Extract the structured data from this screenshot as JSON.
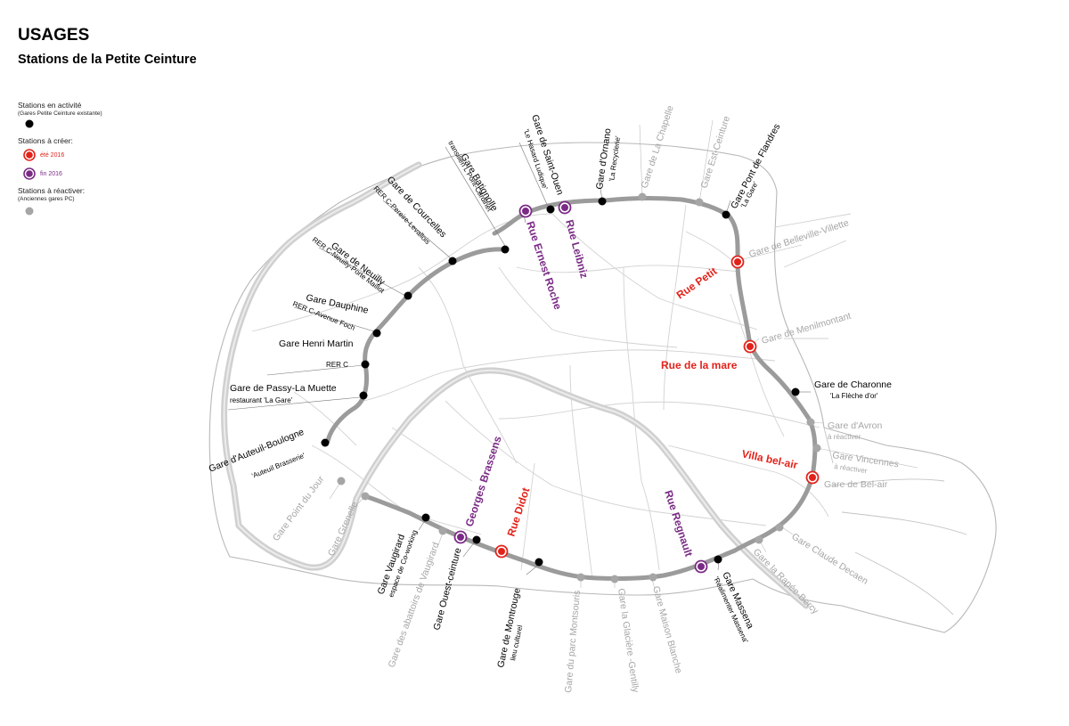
{
  "title": "USAGES",
  "subtitle": "Stations de la Petite Ceinture",
  "legend": {
    "active_head": "Stations en activité",
    "active_sub": "(Gares Petite Ceinture existante)",
    "create_head": "Stations à créer:",
    "create_ete": "été 2016",
    "create_fin": "fin 2016",
    "react_head": "Stations à réactiver:",
    "react_sub": "(Anciennes gares PC)"
  },
  "colors": {
    "active": "#000000",
    "ete_2016": "#e2231a",
    "fin_2016": "#7a2b85",
    "reactivate": "#a6a6a6",
    "line": "#9b9b9b",
    "seine": "#cfcfcf"
  },
  "stations_active": {
    "auteuil": {
      "name": "Gare d'Auteuil-Boulogne",
      "sub": "'Auteuil Brasserie'"
    },
    "passy": {
      "name": "Gare de Passy-La Muette",
      "sub": "restaurant 'La Gare'"
    },
    "henri_martin": {
      "name": "Gare Henri Martin",
      "sub": "RER C"
    },
    "dauphine": {
      "name": "Gare Dauphine",
      "sub": "RER C-Avenue Foch"
    },
    "neuilly": {
      "name": "Gare de Neuilly",
      "sub": "RER C-Neuilly-Porte Maillot"
    },
    "courcelles": {
      "name": "Gare de Courcelles",
      "sub": "RER C-Pereire-Levallois"
    },
    "batignolles": {
      "name": "Gare Batignolle",
      "sub": "transilien L Pont-Cardinet"
    },
    "saint_ouen": {
      "name": "Gare de Saint-Ouen",
      "sub": "'Le Hasard Ludique'"
    },
    "ornano": {
      "name": "Gare d'Ornano",
      "sub": "'La Recyclerie'"
    },
    "pont_flandres": {
      "name": "Gare Pont de Flandres",
      "sub": "'La Gare'"
    },
    "charonne": {
      "name": "Gare de Charonne",
      "sub": "'La Flèche d'or'"
    },
    "massena": {
      "name": "Gare Massena",
      "sub": "'Réalimenter Massena'"
    },
    "montrouge": {
      "name": "Gare de Montrouge",
      "sub": "lieu culturel"
    },
    "ouest_ceinture": {
      "name": "Gare Ouest-ceinture",
      "sub": ""
    },
    "vaugirard": {
      "name": "Gare Vaugirard",
      "sub": "espace de Co-working"
    }
  },
  "stations_reactivate": {
    "chapelle": "Gare de La Chapelle",
    "est_ceinture": "Gare Est-Ceinture",
    "belleville": "Gare de Belleville-Villette",
    "menilmontant": "Gare de Menilmontant",
    "avron": {
      "name": "Gare d'Avron",
      "sub": "à réactiver"
    },
    "vincennes": {
      "name": "Gare Vincennes",
      "sub": "à réactiver"
    },
    "bel_air": "Gare de Bel-air",
    "claude_decaen": "Gare Claude Decaen",
    "rapee_bercy": "Gare la Rapée-Bercy",
    "maison_blanche": "Gare Maison Blanche",
    "glaciere": "Gare la Glacière -Gentilly",
    "montsouris": "Gare du parc Montsouris",
    "abattoirs": "Gare des abattoirs de Vaugirard",
    "grenelle": "Gare Grenelle",
    "point_du_jour": "Gare Point du Jour"
  },
  "stations_new": {
    "ernest_roche": "Rue Ernest Roche",
    "leibniz": "Rue Leibniz",
    "petit": "Rue Petit",
    "mare": "Rue de la mare",
    "villa_bel_air": "Villa bel-air",
    "regnault": "Rue Regnault",
    "didot": "Rue Didot",
    "brassens": "Georges Brassens"
  }
}
